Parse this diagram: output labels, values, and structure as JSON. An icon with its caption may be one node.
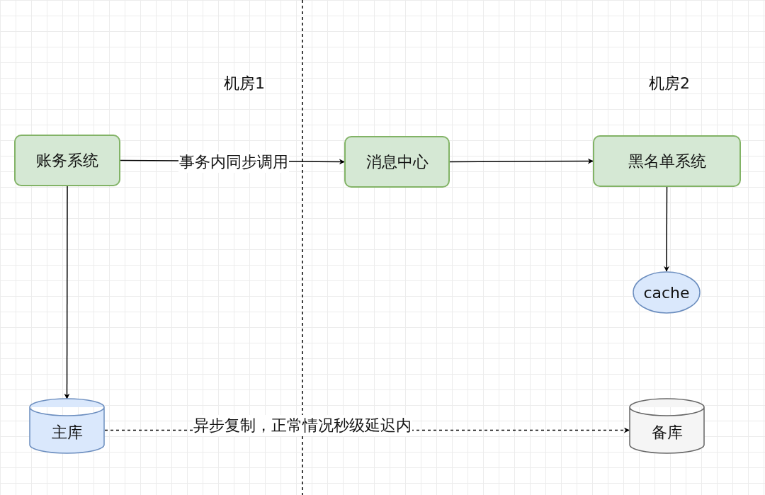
{
  "diagram": {
    "nodes": [
      {
        "text": [
          "账务系统"
        ]
      },
      {
        "text": [
          "消息中心"
        ]
      },
      {
        "text": [
          "黑名单系统"
        ]
      },
      {
        "text": [
          "cache"
        ]
      },
      {
        "text": [
          "主库"
        ]
      },
      {
        "text": [
          "备库"
        ]
      }
    ],
    "edges": [
      {
        "from": 0,
        "to": 1,
        "arrow": "to",
        "label": "事务内同步调用"
      },
      {
        "from": 1,
        "to": 2,
        "arrow": "to"
      },
      {
        "from": 2,
        "to": 3,
        "arrow": "to"
      },
      {
        "from": 0,
        "to": 4,
        "arrow": "to"
      },
      {
        "from": 4,
        "to": 5,
        "arrow": "to",
        "label": "异步复制，正常情况秒级延迟内",
        "style": "dashed"
      }
    ],
    "labels": [
      "机房1",
      "机房2"
    ]
  }
}
